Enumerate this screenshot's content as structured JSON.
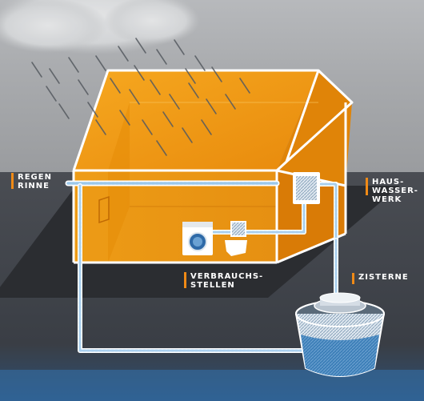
{
  "labels": {
    "regenrinne": {
      "line1": "REGEN",
      "line2": "RINNE"
    },
    "hauswasserwerk": {
      "line1": "HAUS-",
      "line2": "WASSER-",
      "line3": "WERK"
    },
    "verbrauchsstellen": {
      "line1": "VERBRAUCHS-",
      "line2": "STELLEN"
    },
    "zisterne": {
      "line1": "ZISTERNE"
    }
  },
  "colors": {
    "house_orange": "#f39a12",
    "house_orange_dark": "#d97b06",
    "pipe": "#cfe6f7",
    "accent_bar": "#f08a16",
    "water": "#3d7fb8"
  }
}
